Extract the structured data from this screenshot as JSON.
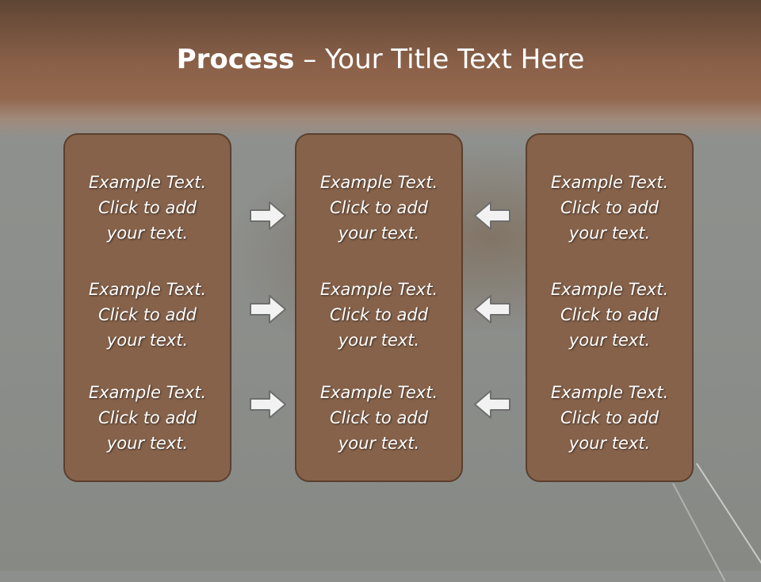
{
  "slide": {
    "title_bold": "Process",
    "title_rest": " – Your Title Text Here"
  },
  "columns": [
    {
      "items": [
        "Example Text.\nClick  to add\nyour text.",
        "Example Text.\nClick  to add\nyour text.",
        "Example Text.\nClick  to add\nyour text."
      ]
    },
    {
      "items": [
        "Example Text.\nClick  to add\nyour text.",
        "Example Text.\nClick  to add\nyour text.",
        "Example Text.\nClick  to add\nyour text."
      ]
    },
    {
      "items": [
        "Example Text.\nClick  to add\nyour text.",
        "Example Text.\nClick  to add\nyour text.",
        "Example Text.\nClick  to add\nyour text."
      ]
    }
  ],
  "arrows": {
    "left_group": [
      "arrow-right",
      "arrow-right",
      "arrow-right"
    ],
    "right_group": [
      "arrow-left",
      "arrow-left",
      "arrow-left"
    ]
  },
  "colors": {
    "box_fill": "#86624a",
    "box_border": "#5a3f2e",
    "header_band": "#8a6048",
    "arrow_fill": "#f2f2f2"
  }
}
